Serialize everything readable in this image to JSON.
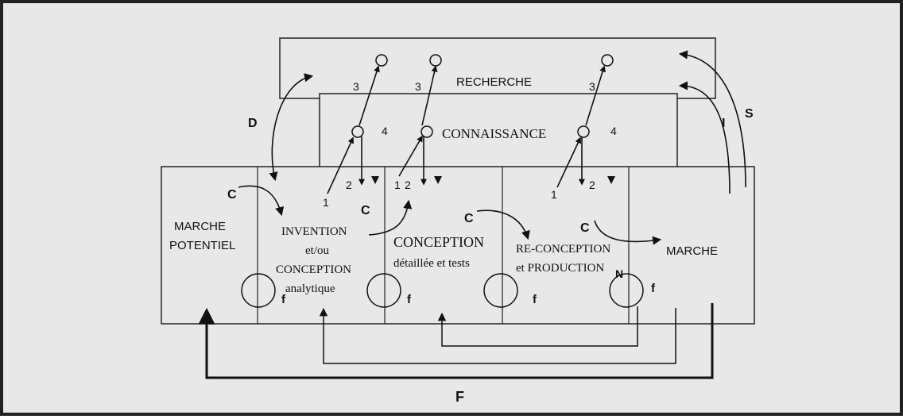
{
  "boxes": {
    "recherche": "RECHERCHE",
    "connaissance": "CONNAISSANCE"
  },
  "columns": {
    "marche_potentiel": [
      "MARCHE",
      "POTENTIEL"
    ],
    "invention": [
      "INVENTION",
      "et/ou",
      "CONCEPTION",
      "analytique"
    ],
    "conception": [
      "CONCEPTION",
      "détaillée et tests"
    ],
    "reconception": [
      "RE-CONCEPTION",
      "et PRODUCTION"
    ],
    "marche": "MARCHE"
  },
  "letters": {
    "D": "D",
    "S": "S",
    "I": "I",
    "C": "C",
    "F": "F",
    "N": "N",
    "f": "f"
  },
  "numbers": {
    "one": "1",
    "two": "2",
    "three": "3",
    "four": "4"
  }
}
